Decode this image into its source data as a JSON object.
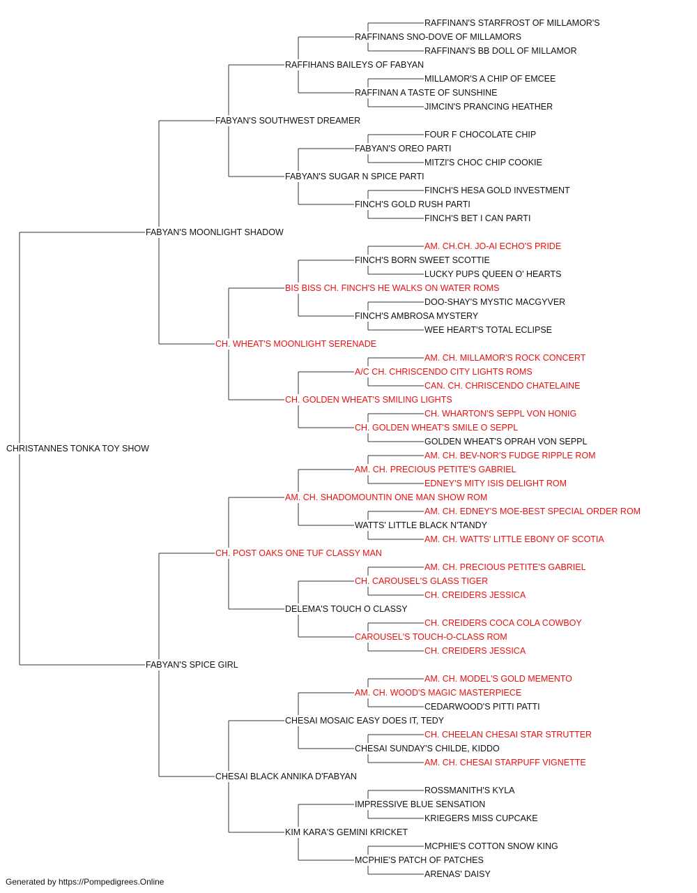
{
  "colors": {
    "line": "#333333",
    "text": "#111111",
    "champion": "#e8100f"
  },
  "footer": "Generated by https://Pompedigrees.Online",
  "pedigree": {
    "name": "CHRISTANNES TONKA TOY SHOW",
    "champion": false,
    "sire": {
      "name": "FABYAN'S MOONLIGHT SHADOW",
      "champion": false,
      "sire": {
        "name": "FABYAN'S SOUTHWEST DREAMER",
        "champion": false,
        "sire": {
          "name": "RAFFIHANS BAILEYS OF FABYAN",
          "champion": false,
          "sire": {
            "name": "RAFFINANS SNO-DOVE OF MILLAMORS",
            "champion": false,
            "sire": {
              "name": "RAFFINAN'S STARFROST OF MILLAMOR'S",
              "champion": false
            },
            "dam": {
              "name": "RAFFINAN'S BB DOLL OF MILLAMOR",
              "champion": false
            }
          },
          "dam": {
            "name": "RAFFINAN A TASTE OF SUNSHINE",
            "champion": false,
            "sire": {
              "name": "MILLAMOR'S A CHIP OF EMCEE",
              "champion": false
            },
            "dam": {
              "name": "JIMCIN'S PRANCING HEATHER",
              "champion": false
            }
          }
        },
        "dam": {
          "name": "FABYAN'S SUGAR N SPICE PARTI",
          "champion": false,
          "sire": {
            "name": "FABYAN'S OREO PARTI",
            "champion": false,
            "sire": {
              "name": "FOUR F CHOCOLATE CHIP",
              "champion": false
            },
            "dam": {
              "name": "MITZI'S CHOC CHIP COOKIE",
              "champion": false
            }
          },
          "dam": {
            "name": "FINCH'S GOLD RUSH PARTI",
            "champion": false,
            "sire": {
              "name": "FINCH'S HESA GOLD INVESTMENT",
              "champion": false
            },
            "dam": {
              "name": "FINCH'S BET I CAN PARTI",
              "champion": false
            }
          }
        }
      },
      "dam": {
        "name": "CH. WHEAT'S MOONLIGHT SERENADE",
        "champion": true,
        "sire": {
          "name": "BIS BISS CH. FINCH'S HE WALKS ON WATER ROMS",
          "champion": true,
          "sire": {
            "name": "FINCH'S BORN SWEET SCOTTIE",
            "champion": false,
            "sire": {
              "name": "AM. CH.CH. JO-AI ECHO'S PRIDE",
              "champion": true
            },
            "dam": {
              "name": "LUCKY PUPS QUEEN O' HEARTS",
              "champion": false
            }
          },
          "dam": {
            "name": "FINCH'S AMBROSA MYSTERY",
            "champion": false,
            "sire": {
              "name": "DOO-SHAY'S MYSTIC MACGYVER",
              "champion": false
            },
            "dam": {
              "name": "WEE HEART'S TOTAL ECLIPSE",
              "champion": false
            }
          }
        },
        "dam": {
          "name": "CH. GOLDEN WHEAT'S SMILING LIGHTS",
          "champion": true,
          "sire": {
            "name": "A/C CH. CHRISCENDO CITY LIGHTS ROMS",
            "champion": true,
            "sire": {
              "name": "AM. CH. MILLAMOR'S ROCK CONCERT",
              "champion": true
            },
            "dam": {
              "name": "CAN. CH. CHRISCENDO CHATELAINE",
              "champion": true
            }
          },
          "dam": {
            "name": "CH. GOLDEN WHEAT'S SMILE O SEPPL",
            "champion": true,
            "sire": {
              "name": "CH. WHARTON'S SEPPL VON HONIG",
              "champion": true
            },
            "dam": {
              "name": "GOLDEN WHEAT'S OPRAH VON SEPPL",
              "champion": false
            }
          }
        }
      }
    },
    "dam": {
      "name": "FABYAN'S SPICE GIRL",
      "champion": false,
      "sire": {
        "name": "CH. POST OAKS ONE TUF CLASSY MAN",
        "champion": true,
        "sire": {
          "name": "AM. CH. SHADOMOUNTIN ONE MAN SHOW ROM",
          "champion": true,
          "sire": {
            "name": "AM. CH. PRECIOUS PETITE'S GABRIEL",
            "champion": true,
            "sire": {
              "name": "AM. CH. BEV-NOR'S FUDGE RIPPLE ROM",
              "champion": true
            },
            "dam": {
              "name": "EDNEY'S MITY ISIS DELIGHT ROM",
              "champion": true
            }
          },
          "dam": {
            "name": "WATTS' LITTLE BLACK N'TANDY",
            "champion": false,
            "sire": {
              "name": "AM. CH. EDNEY'S MOE-BEST SPECIAL ORDER ROM",
              "champion": true
            },
            "dam": {
              "name": "AM. CH. WATTS' LITTLE EBONY OF SCOTIA",
              "champion": true
            }
          }
        },
        "dam": {
          "name": "DELEMA'S TOUCH O CLASSY",
          "champion": false,
          "sire": {
            "name": "CH. CAROUSEL'S GLASS TIGER",
            "champion": true,
            "sire": {
              "name": "AM. CH. PRECIOUS PETITE'S GABRIEL",
              "champion": true
            },
            "dam": {
              "name": "CH. CREIDERS JESSICA",
              "champion": true
            }
          },
          "dam": {
            "name": "CAROUSEL'S TOUCH-O-CLASS ROM",
            "champion": true,
            "sire": {
              "name": "CH. CREIDERS COCA COLA COWBOY",
              "champion": true
            },
            "dam": {
              "name": "CH. CREIDERS JESSICA",
              "champion": true
            }
          }
        }
      },
      "dam": {
        "name": "CHESAI BLACK ANNIKA D'FABYAN",
        "champion": false,
        "sire": {
          "name": "CHESAI MOSAIC EASY DOES IT, TEDY",
          "champion": false,
          "sire": {
            "name": "AM. CH. WOOD'S MAGIC MASTERPIECE",
            "champion": true,
            "sire": {
              "name": "AM. CH. MODEL'S GOLD MEMENTO",
              "champion": true
            },
            "dam": {
              "name": "CEDARWOOD'S PITTI PATTI",
              "champion": false
            }
          },
          "dam": {
            "name": "CHESAI SUNDAY'S CHILDE, KIDDO",
            "champion": false,
            "sire": {
              "name": "CH. CHEELAN CHESAI STAR STRUTTER",
              "champion": true
            },
            "dam": {
              "name": "AM. CH. CHESAI STARPUFF VIGNETTE",
              "champion": true
            }
          }
        },
        "dam": {
          "name": "KIM KARA'S GEMINI KRICKET",
          "champion": false,
          "sire": {
            "name": "IMPRESSIVE BLUE SENSATION",
            "champion": false,
            "sire": {
              "name": "ROSSMANITH'S KYLA",
              "champion": false
            },
            "dam": {
              "name": "KRIEGERS MISS CUPCAKE",
              "champion": false
            }
          },
          "dam": {
            "name": "MCPHIE'S PATCH OF PATCHES",
            "champion": false,
            "sire": {
              "name": "MCPHIE'S COTTON SNOW KING",
              "champion": false
            },
            "dam": {
              "name": "ARENAS' DAISY",
              "champion": false
            }
          }
        }
      }
    }
  }
}
